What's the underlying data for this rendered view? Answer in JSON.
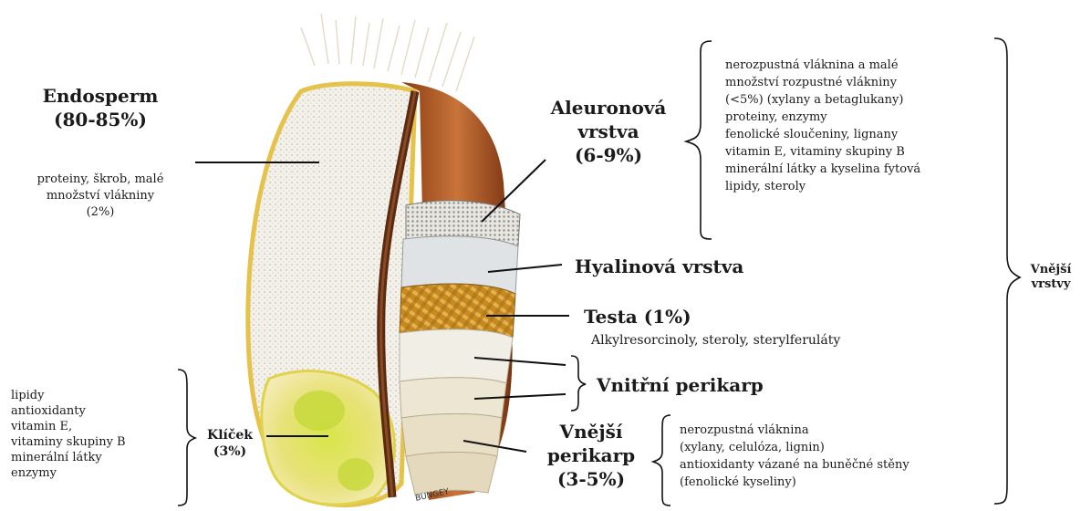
{
  "endosperm": {
    "title": "Endosperm",
    "percent": "(80-85%)",
    "desc": [
      "proteiny, škrob, malé",
      "množství vlákniny",
      "(2%)"
    ]
  },
  "aleurone": {
    "title": "Aleuronová",
    "title2": "vrstva",
    "percent": "(6-9%)",
    "desc": [
      "nerozpustná vláknina a malé",
      "množství rozpustné vlákniny",
      "(<5%) (xylany a betaglukany)",
      "proteiny, enzymy",
      "fenolické sloučeniny, lignany",
      "vitamin E, vitaminy skupiny B",
      "minerální látky a kyselina fytová",
      "lipidy, steroly"
    ]
  },
  "hyaline": {
    "title": "Hyalinová vrstva"
  },
  "testa": {
    "title": "Testa (1%)",
    "desc": "Alkylresorcinoly, steroly, sterylferuláty"
  },
  "inner_pericarp": {
    "title": "Vnitřní perikarp"
  },
  "outer_pericarp": {
    "title": "Vnější",
    "title2": "perikarp",
    "percent": "(3-5%)",
    "desc": [
      "nerozpustná vláknina",
      "(xylany, celulóza, lignin)",
      "antioxidanty vázané na buněčné stěny",
      "(fenolické kyseliny)"
    ]
  },
  "germ": {
    "title": "Klíček",
    "percent": "(3%)",
    "desc": [
      "lipidy",
      "antioxidanty",
      "vitamin E,",
      "vitaminy skupiny B",
      "minerální látky",
      "enzymy"
    ]
  },
  "outer_layers": {
    "title": "Vnější",
    "title2": "vrstvy"
  },
  "watermark": "BUNGEY"
}
